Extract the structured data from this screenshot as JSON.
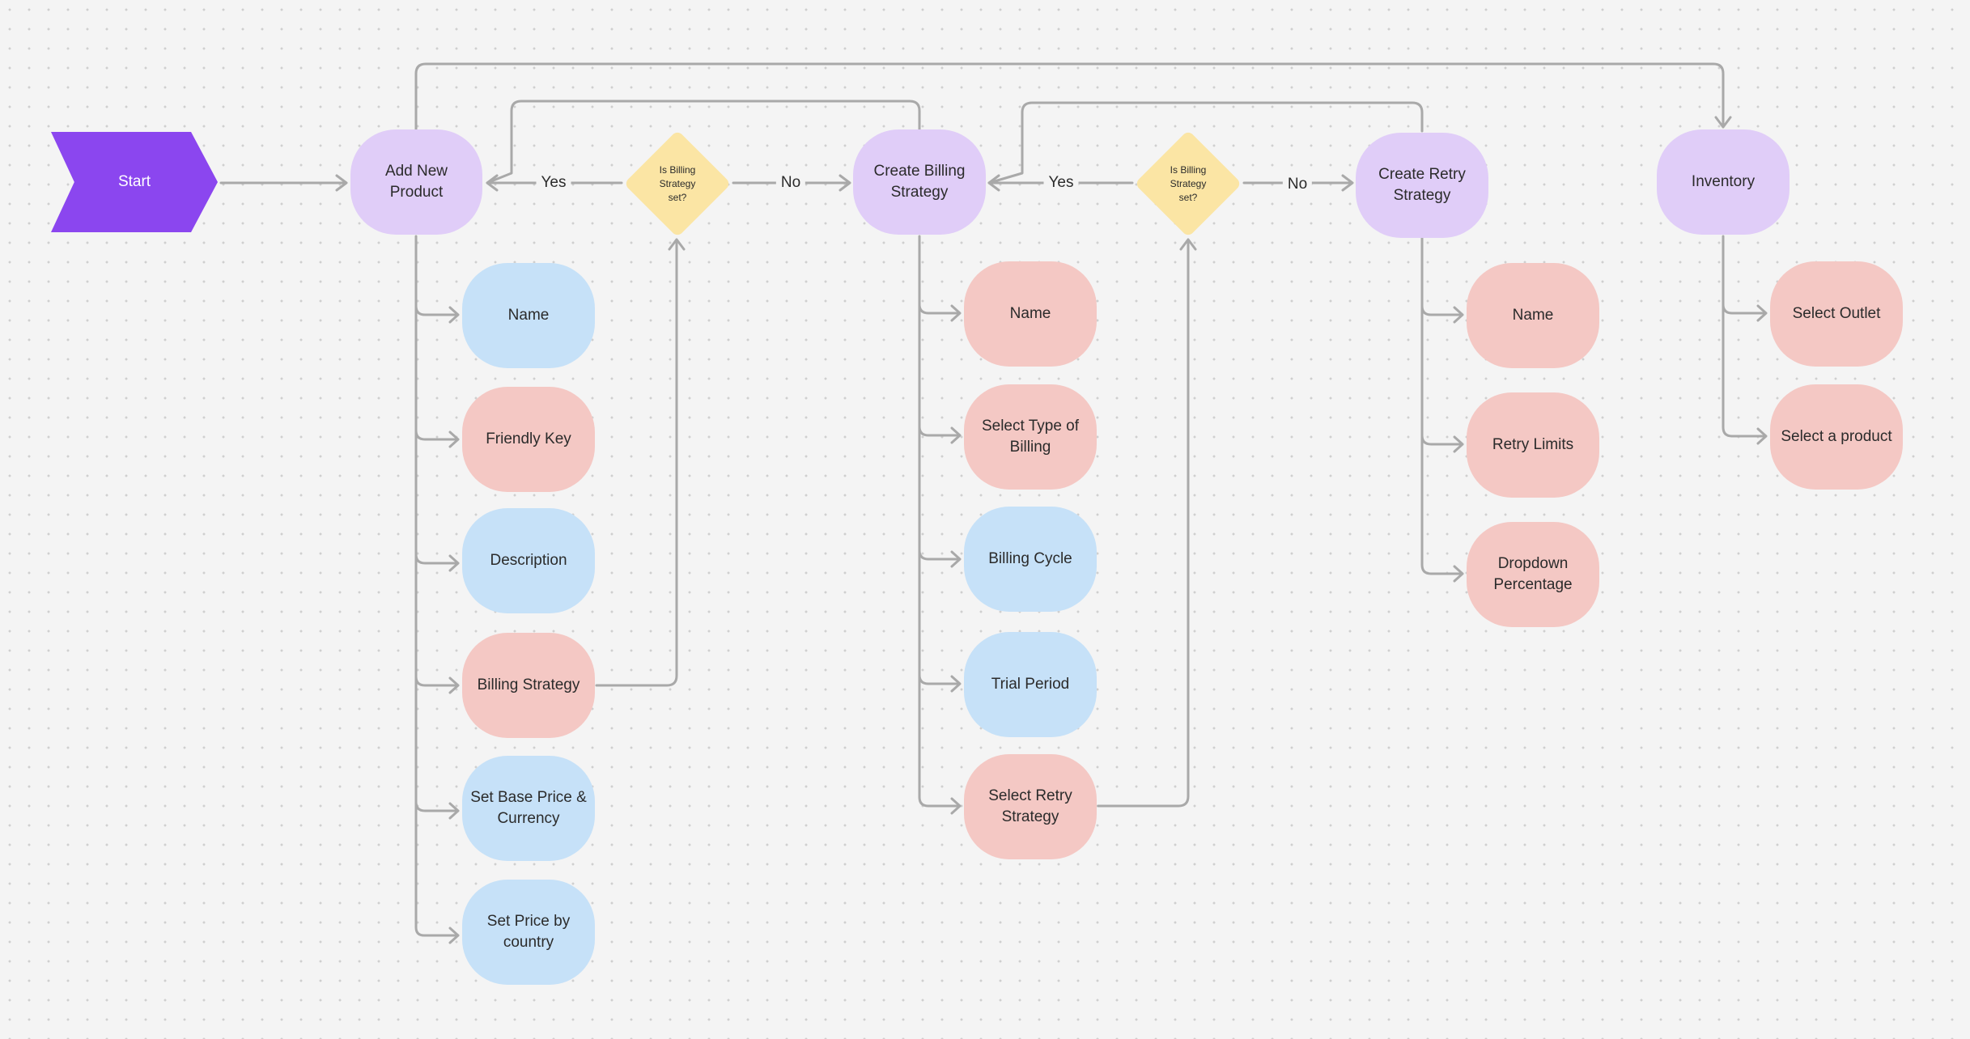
{
  "nodes": {
    "start": "Start",
    "add_new_product": "Add New Product",
    "billing_check_1": "Is Billing Strategy set?",
    "create_billing_strategy": "Create Billing Strategy",
    "billing_check_2": "Is Billing Strategy set?",
    "create_retry_strategy": "Create Retry Strategy",
    "inventory": "Inventory"
  },
  "product_fields": [
    {
      "label": "Name",
      "color": "blue"
    },
    {
      "label": "Friendly Key",
      "color": "red"
    },
    {
      "label": "Description",
      "color": "blue"
    },
    {
      "label": "Billing Strategy",
      "color": "red"
    },
    {
      "label": "Set Base Price & Currency",
      "color": "blue"
    },
    {
      "label": "Set Price by country",
      "color": "blue"
    }
  ],
  "billing_fields": [
    {
      "label": "Name",
      "color": "red"
    },
    {
      "label": "Select Type of Billing",
      "color": "red"
    },
    {
      "label": "Billing Cycle",
      "color": "blue"
    },
    {
      "label": "Trial Period",
      "color": "blue"
    },
    {
      "label": "Select Retry Strategy",
      "color": "red"
    }
  ],
  "retry_fields": [
    {
      "label": "Name",
      "color": "red"
    },
    {
      "label": "Retry Limits",
      "color": "red"
    },
    {
      "label": "Dropdown Percentage",
      "color": "red"
    }
  ],
  "inventory_fields": [
    {
      "label": "Select Outlet",
      "color": "red"
    },
    {
      "label": "Select a product",
      "color": "red"
    }
  ],
  "edge_labels": {
    "yes_1": "Yes",
    "no_1": "No",
    "yes_2": "Yes",
    "no_2": "No"
  },
  "colors": {
    "start": "#8b46ef",
    "purple": "#e0cdf8",
    "blue": "#c6e1f8",
    "red": "#f4c8c4",
    "decision": "#fbe5a4",
    "connector": "#a9a9a9"
  }
}
